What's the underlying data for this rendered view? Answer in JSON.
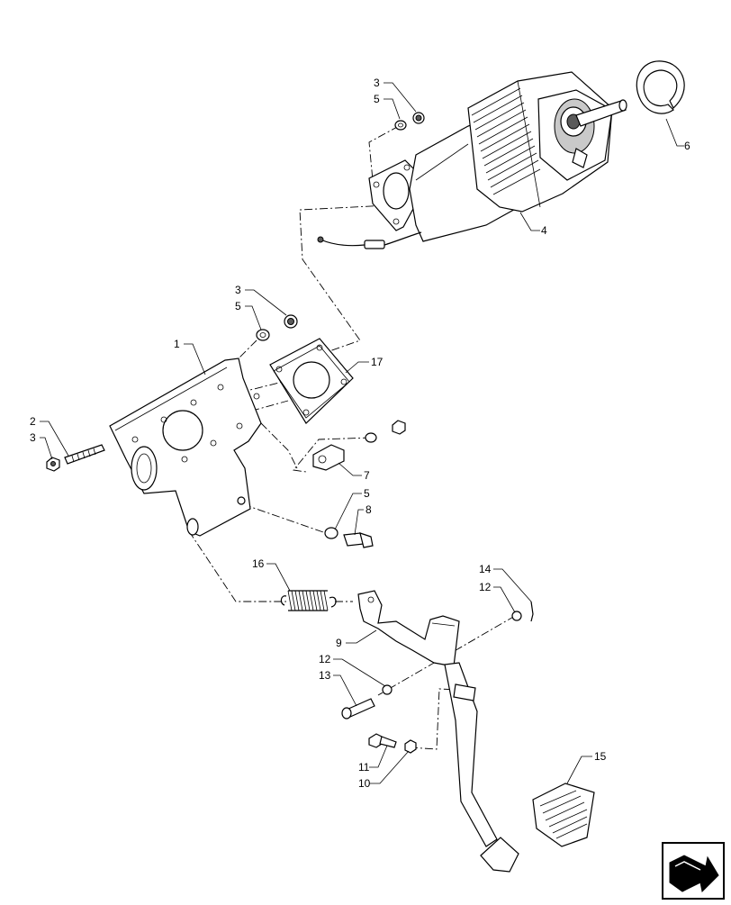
{
  "callouts": [
    {
      "id": "c3a",
      "text": "3"
    },
    {
      "id": "c5a",
      "text": "5"
    },
    {
      "id": "c6",
      "text": "6"
    },
    {
      "id": "c4",
      "text": "4"
    },
    {
      "id": "c3b",
      "text": "3"
    },
    {
      "id": "c5b",
      "text": "5"
    },
    {
      "id": "c1",
      "text": "1"
    },
    {
      "id": "c17",
      "text": "17"
    },
    {
      "id": "c2",
      "text": "2"
    },
    {
      "id": "c3c",
      "text": "3"
    },
    {
      "id": "c7",
      "text": "7"
    },
    {
      "id": "c5c",
      "text": "5"
    },
    {
      "id": "c8",
      "text": "8"
    },
    {
      "id": "c16",
      "text": "16"
    },
    {
      "id": "c14",
      "text": "14"
    },
    {
      "id": "c12a",
      "text": "12"
    },
    {
      "id": "c9",
      "text": "9"
    },
    {
      "id": "c12b",
      "text": "12"
    },
    {
      "id": "c13",
      "text": "13"
    },
    {
      "id": "c11",
      "text": "11"
    },
    {
      "id": "c10",
      "text": "10"
    },
    {
      "id": "c15",
      "text": "15"
    }
  ],
  "icons": {
    "navigation": "next-page-arrow-icon"
  }
}
